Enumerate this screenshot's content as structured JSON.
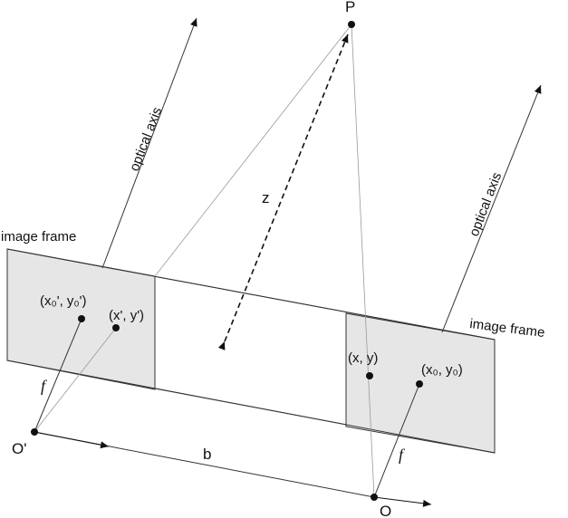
{
  "labels": {
    "point_p": "P",
    "origin_left": "O'",
    "origin_right": "O",
    "optical_axis_left": "optical axis",
    "optical_axis_right": "optical axis",
    "image_frame_left": "image frame",
    "image_frame_right": "image frame",
    "depth": "z",
    "baseline": "b",
    "focal_left": "f",
    "focal_right": "f",
    "principal_point_left": "(x₀',  y₀')",
    "image_point_left": "(x', y')",
    "image_point_right": "(x, y)",
    "principal_point_right": "(x₀, y₀)"
  },
  "colors": {
    "frame_fill": "#e6e6e6",
    "stroke": "#333333",
    "light_stroke": "#9a9a9a"
  }
}
